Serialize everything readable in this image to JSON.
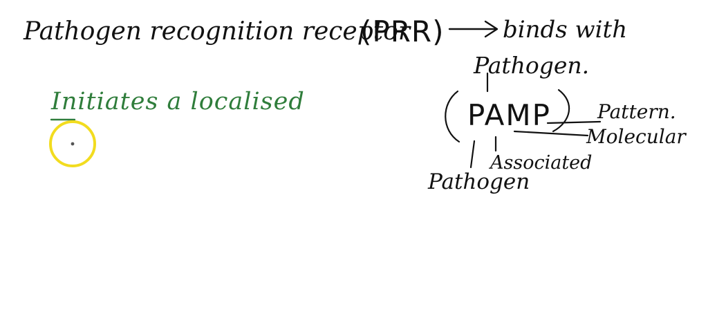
{
  "notes": {
    "line1_title": "Pathogen recognition receptor",
    "line1_abbrev": "(PRR)",
    "line1_result": "binds with",
    "line2_object": "Pathogen.",
    "green_line": "Initiates a localised",
    "pamp": "PAMP",
    "pamp_p1": "Pattern.",
    "pamp_m": "Molecular",
    "pamp_a": "Associated",
    "pamp_p2": "Pathogen"
  },
  "colors": {
    "ink": "#111111",
    "green": "#2f7d3b",
    "highlight": "#f2dc1f",
    "background": "#ffffff"
  }
}
